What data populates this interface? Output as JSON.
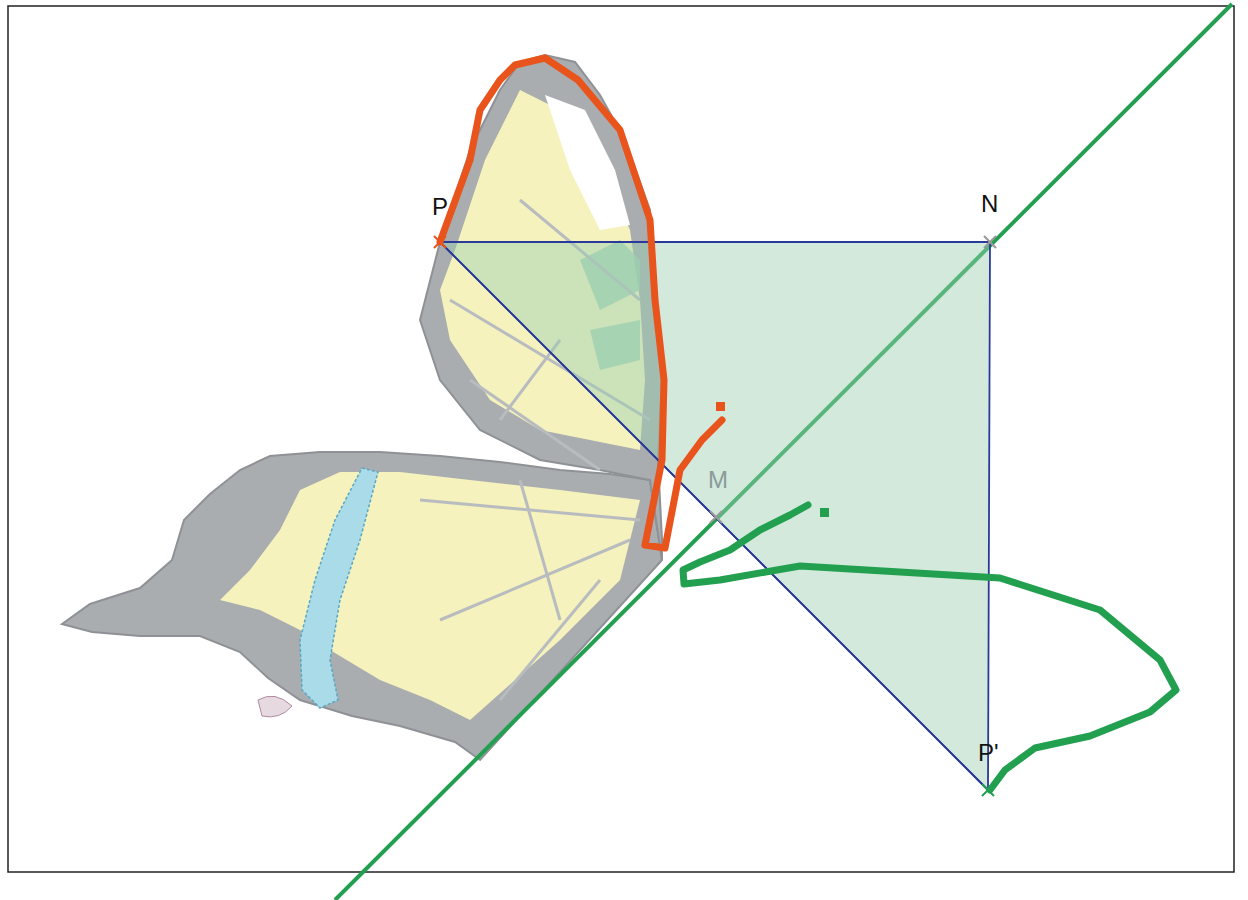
{
  "diagram": {
    "labels": [
      "P",
      "N",
      "M",
      "P'"
    ]
  }
}
